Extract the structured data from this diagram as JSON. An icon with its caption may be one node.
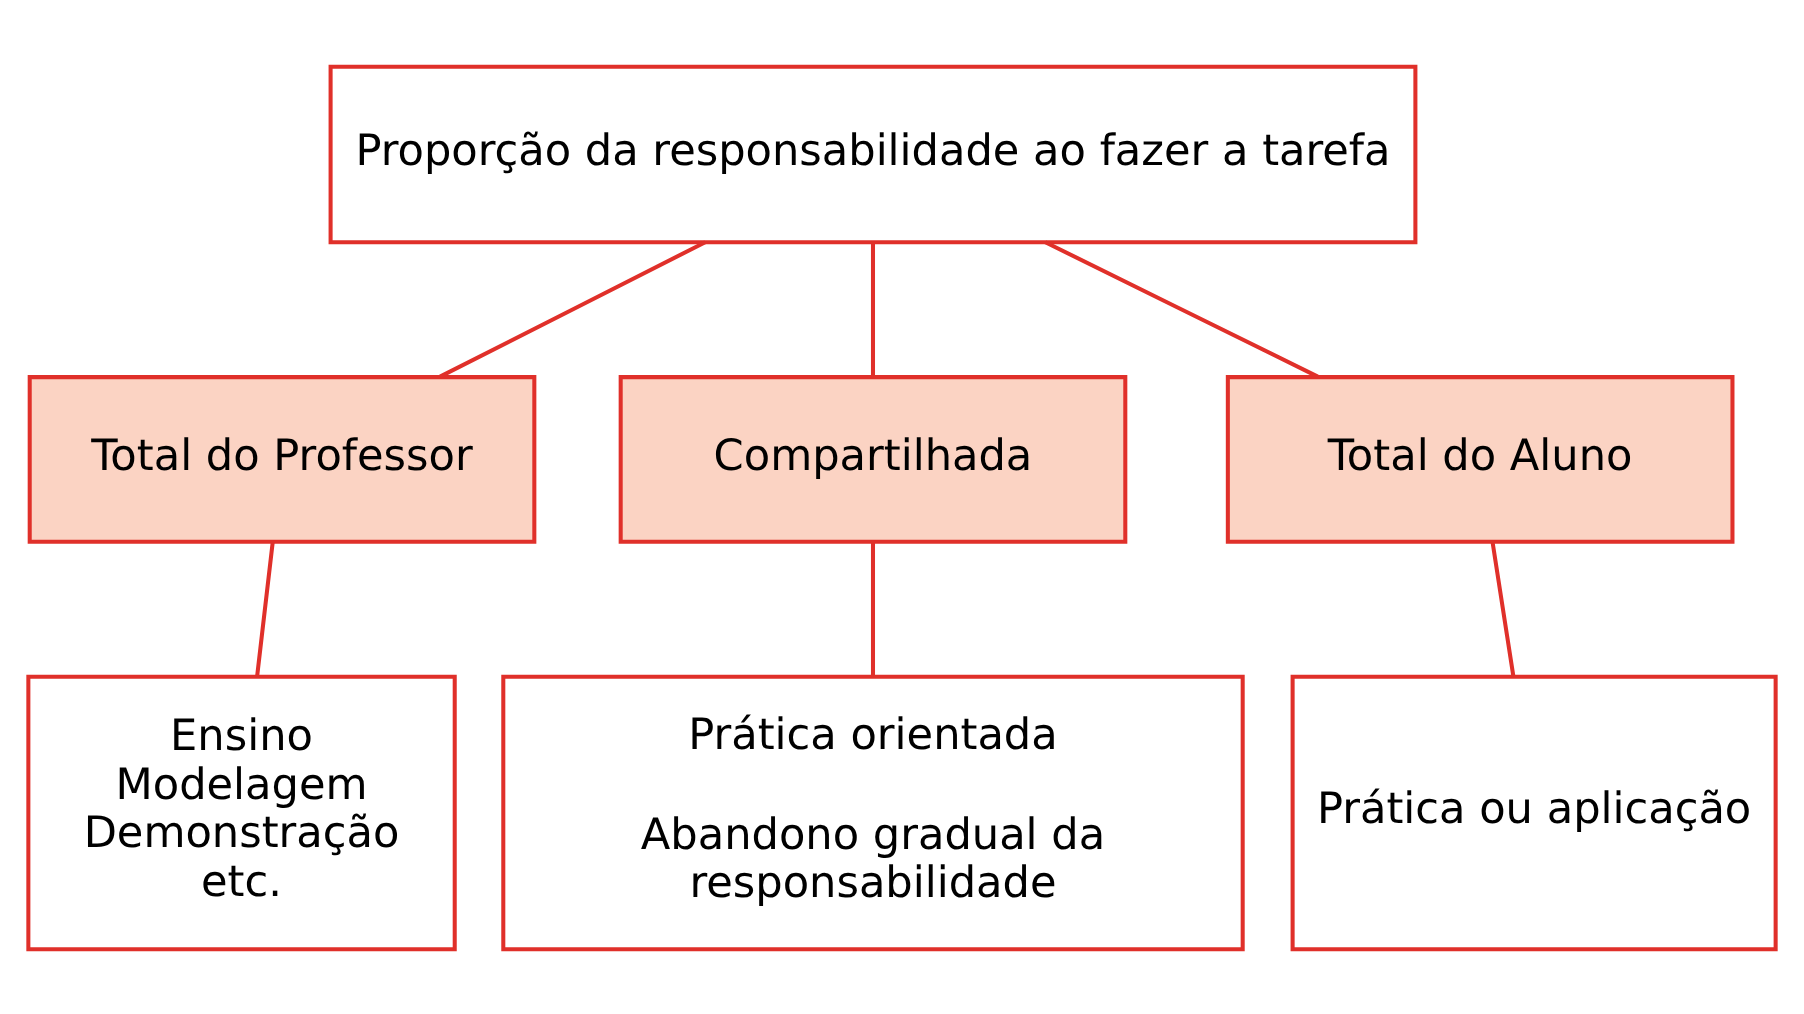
{
  "diagram": {
    "nodes": [
      {
        "text": [
          "Proporção da responsabilidade ao fazer a tarefa"
        ]
      },
      {
        "text": [
          "Total do Professor"
        ]
      },
      {
        "text": [
          "Compartilhada"
        ]
      },
      {
        "text": [
          "Total do Aluno"
        ]
      },
      {
        "text": [
          "Ensino Modelagem Demonstração etc."
        ]
      },
      {
        "text": [
          "Prática orientada",
          "Abandono gradual da responsabilidade"
        ]
      },
      {
        "text": [
          "Prática ou aplicação"
        ]
      }
    ],
    "edges": [
      {
        "from": 0,
        "to": 1,
        "arrow": "none"
      },
      {
        "from": 0,
        "to": 2,
        "arrow": "none"
      },
      {
        "from": 0,
        "to": 3,
        "arrow": "none"
      },
      {
        "from": 1,
        "to": 4,
        "arrow": "none"
      },
      {
        "from": 2,
        "to": 5,
        "arrow": "none"
      },
      {
        "from": 3,
        "to": 6,
        "arrow": "none"
      }
    ]
  }
}
